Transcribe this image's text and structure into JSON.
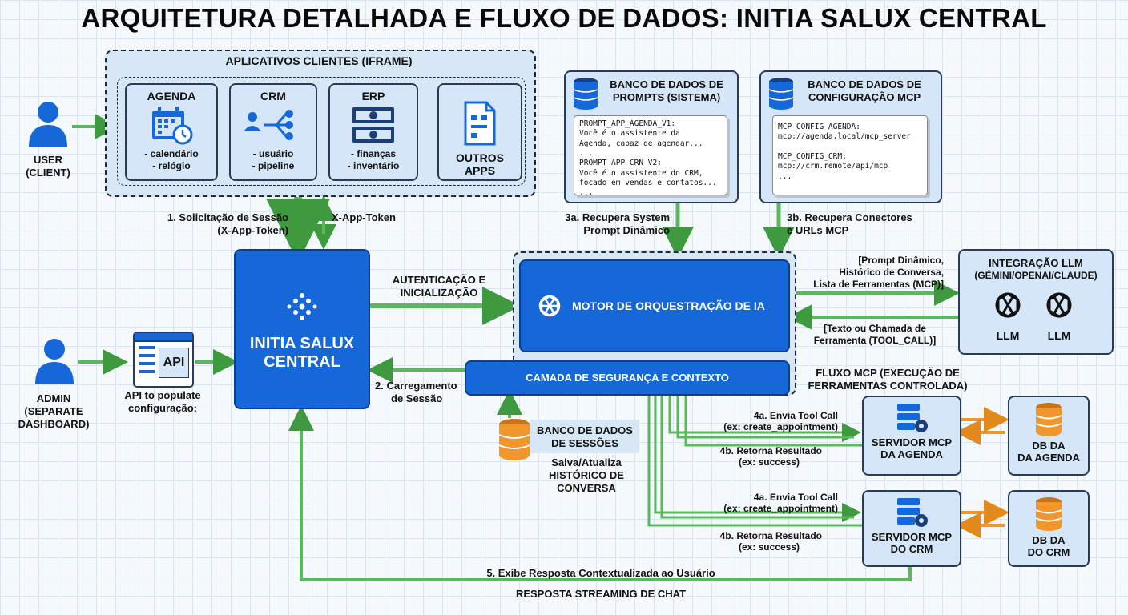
{
  "title": "ARQUITETURA DETALHADA E FLUXO DE DADOS: INITIA SALUX CENTRAL",
  "clients": {
    "group_title": "APLICATIVOS CLIENTES (IFRAME)",
    "agenda": {
      "name": "AGENDA",
      "line1": "- calendário",
      "line2": "- relógio"
    },
    "crm": {
      "name": "CRM",
      "line1": "- usuário",
      "line2": "- pipeline"
    },
    "erp": {
      "name": "ERP",
      "line1": "- finanças",
      "line2": "- inventário"
    },
    "outros": {
      "line1": "OUTROS",
      "line2": "APPS"
    }
  },
  "actors": {
    "user": {
      "line1": "USER",
      "line2": "(CLIENT)"
    },
    "admin": {
      "line1": "ADMIN",
      "line2": "(SEPARATE",
      "line3": "DASHBOARD)"
    },
    "api": {
      "icon_text": "API",
      "line1": "API to populate",
      "line2": "configuração:"
    }
  },
  "flows": {
    "session_req_1": "1. Solicitação de Sessão",
    "session_req_2": "(X-App-Token)",
    "x_app_token": "X-App-Token",
    "auth_1": "AUTENTICAÇÃO E",
    "auth_2": "INICIALIZAÇÃO",
    "load_1": "2. Carregamento",
    "load_2": "de Sessão",
    "prompt_1": "3a. Recupera System",
    "prompt_2": "Prompt Dinâmico",
    "mcp_1": "3b. Recupera Conectores",
    "mcp_2": "e URLs MCP",
    "llm_out_1": "[Prompt Dinâmico,",
    "llm_out_2": "Histórico de Conversa,",
    "llm_out_3": "Lista de Ferramentas (MCP)]",
    "llm_in_1": "[Texto ou Chamada de",
    "llm_in_2": "Ferramenta (TOOL_CALL)]",
    "mcp_flow_1": "FLUXO MCP (EXECUÇÃO DE",
    "mcp_flow_2": "FERRAMENTAS CONTROLADA)",
    "a_send_1": "4a. Envia Tool Call",
    "a_send_2": "(ex: create_appointment)",
    "a_ret_1": "4b. Retorna Resultado",
    "a_ret_2": "(ex: success)",
    "c_send_1": "4a. Envia Tool Call",
    "c_send_2": "(ex: create_appointment)",
    "c_ret_1": "4b. Retorna Resultado",
    "c_ret_2": "(ex: success)",
    "response": "5. Exibe Resposta Contextualizada ao Usuário",
    "streaming": "RESPOSTA STREAMING DE CHAT"
  },
  "central": {
    "line1": "INITIA SALUX",
    "line2": "CENTRAL"
  },
  "engine": {
    "label": "MOTOR DE ORQUESTRAÇÃO DE IA"
  },
  "security": {
    "label": "CAMADA DE SEGURANÇA E CONTEXTO"
  },
  "prompts_db": {
    "title1": "BANCO DE DADOS DE",
    "title2": "PROMPTS (SISTEMA)",
    "content": "PROMPT_APP_AGENDA_V1:\nVocê é o assistente da\nAgenda, capaz de agendar...\n...\nPROMPT_APP_CRN_V2:\nVocê é o assistente do CRM,\nfocado em vendas e contatos...\n..."
  },
  "mcp_db": {
    "title1": "BANCO DE DADOS DE",
    "title2": "CONFIGURAÇÃO MCP",
    "content": "MCP_CONFIG_AGENDA:\nmcp://agenda.local/mcp_server\n\nMCP_CONFIG_CRM:\nmcp://crm.remote/api/mcp\n..."
  },
  "llm": {
    "title1": "INTEGRAÇÃO LLM",
    "title2": "(GÉMINI/OPENAI/CLAUDE)",
    "m1": "LLM",
    "m2": "LLM"
  },
  "sessions_db": {
    "title1": "BANCO DE DADOS",
    "title2": "DE SESSÕES",
    "d1": "Salva/Atualiza",
    "d2": "HISTÓRICO DE",
    "d3": "CONVERSA"
  },
  "mcp_agenda": {
    "line1": "SERVIDOR MCP",
    "line2": "DA AGENDA"
  },
  "mcp_crm": {
    "line1": "SERVIDOR MCP",
    "line2": "DO CRM"
  },
  "db_agenda": {
    "line1": "DB DA",
    "line2": "DA AGENDA"
  },
  "db_crm": {
    "line1": "DB DA",
    "line2": "DO CRM"
  },
  "colors": {
    "green": "#5cb85c",
    "blue": "#1668d8",
    "orange": "#f0962a",
    "navy": "#1a3f7a"
  }
}
